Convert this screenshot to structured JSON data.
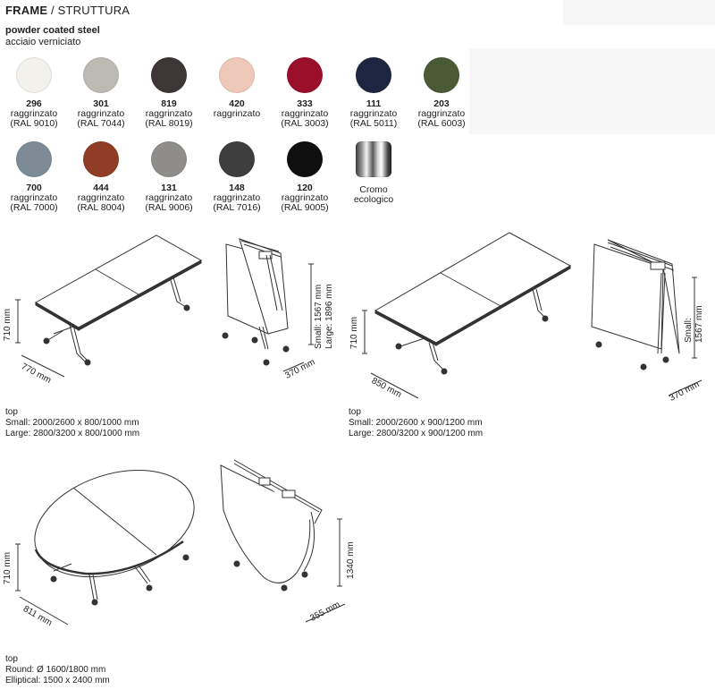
{
  "header": {
    "title_bold": "FRAME",
    "title_rest": " / STRUTTURA"
  },
  "material": {
    "line1": "powder coated steel",
    "line2": "acciaio verniciato"
  },
  "swatches": [
    {
      "code": "296",
      "desc1": "raggrinzato",
      "desc2": "(RAL 9010)",
      "color": "#f2f1ec"
    },
    {
      "code": "301",
      "desc1": "raggrinzato",
      "desc2": "(RAL 7044)",
      "color": "#bcbab3"
    },
    {
      "code": "819",
      "desc1": "raggrinzato",
      "desc2": "(RAL 8019)",
      "color": "#3d3636"
    },
    {
      "code": "420",
      "desc1": "raggrinzato",
      "desc2": "",
      "color": "#eec8b8"
    },
    {
      "code": "333",
      "desc1": "raggrinzato",
      "desc2": "(RAL 3003)",
      "color": "#9a0f2a"
    },
    {
      "code": "111",
      "desc1": "raggrinzato",
      "desc2": "(RAL 5011)",
      "color": "#1d2541"
    },
    {
      "code": "203",
      "desc1": "raggrinzato",
      "desc2": "(RAL 6003)",
      "color": "#4a5a34"
    },
    {
      "code": "700",
      "desc1": "raggrinzato",
      "desc2": "(RAL 7000)",
      "color": "#7c8b95"
    },
    {
      "code": "444",
      "desc1": "raggrinzato",
      "desc2": "(RAL 8004)",
      "color": "#8f3d24"
    },
    {
      "code": "131",
      "desc1": "raggrinzato",
      "desc2": "(RAL 9006)",
      "color": "#8e8d89"
    },
    {
      "code": "148",
      "desc1": "raggrinzato",
      "desc2": "(RAL 7016)",
      "color": "#3e3e3e"
    },
    {
      "code": "120",
      "desc1": "raggrinzato",
      "desc2": "(RAL 9005)",
      "color": "#0f0f0f"
    },
    {
      "code": "",
      "desc1": "Cromo",
      "desc2": "ecologico",
      "color": "chrome"
    }
  ],
  "diagrams": {
    "rect1": {
      "height": "710 mm",
      "depth": "770 mm"
    },
    "fold1": {
      "small": "Small: 1567 mm",
      "large": "Large: 1896 mm",
      "depth": "370 mm"
    },
    "rect2": {
      "height": "710 mm",
      "depth": "850 mm"
    },
    "fold2": {
      "small": "Small: 1567 mm",
      "depth": "370 mm"
    },
    "oval": {
      "height": "710 mm",
      "depth": "811 mm"
    },
    "fold3": {
      "height": "1340 mm",
      "depth": "355 mm"
    }
  },
  "tops": {
    "top1": {
      "label": "top",
      "l1": "Small: 2000/2600 x 800/1000 mm",
      "l2": "Large: 2800/3200 x 800/1000 mm"
    },
    "top2": {
      "label": "top",
      "l1": "Small: 2000/2600 x 900/1200 mm",
      "l2": "Large: 2800/3200 x 900/1200 mm"
    },
    "top3": {
      "label": "top",
      "l1": "Round: Ø 1600/1800 mm",
      "l2": "Elliptical: 1500 x 2400 mm"
    }
  }
}
